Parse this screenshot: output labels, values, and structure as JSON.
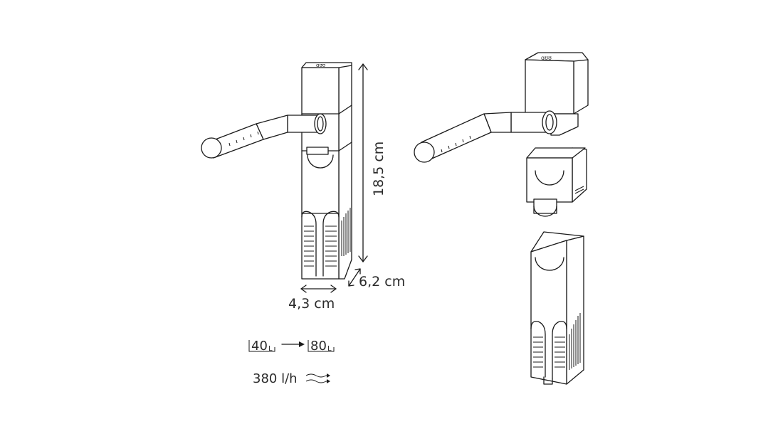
{
  "dimensions": {
    "height": "18,5 cm",
    "depth": "6,2 cm",
    "width": "4,3 cm"
  },
  "volume": {
    "min": "40",
    "max": "80",
    "unit": "L"
  },
  "flow": {
    "rate": "380 l/h"
  },
  "head_text": "ɑʊʊ"
}
